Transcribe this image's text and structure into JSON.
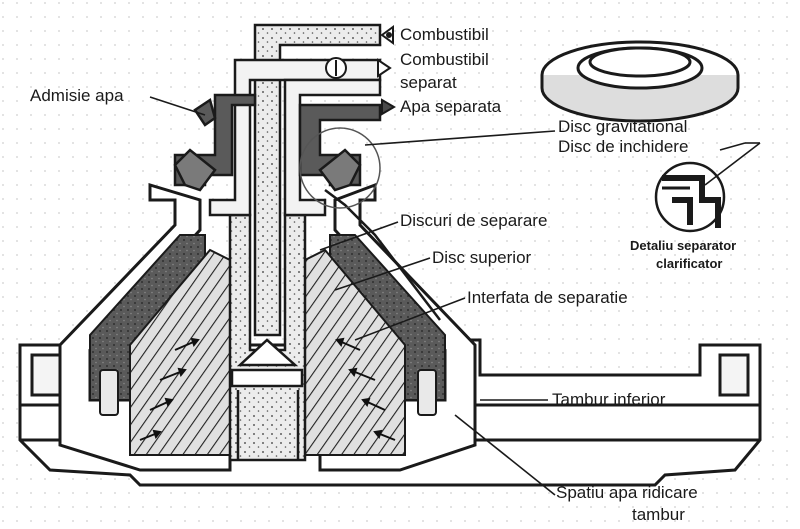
{
  "labels": {
    "combustibil": "Combustibil",
    "combustibil_separat_1": "Combustibil",
    "combustibil_separat_2": "separat",
    "apa_separata": "Apa separata",
    "admisie_apa": "Admisie apa",
    "disc_gravitational": "Disc gravitational",
    "disc_inchidere": "Disc de inchidere",
    "discuri_separare": "Discuri de separare",
    "disc_superior": "Disc superior",
    "interfata_separatie": "Interfata de separatie",
    "tambur_inferior": "Tambur inferior",
    "spatiu_apa_1": "Spatiu apa ridicare",
    "spatiu_apa_2": "tambur",
    "detaliu_1": "Detaliu separator",
    "detaliu_2": "clarificator"
  },
  "colors": {
    "outline": "#1a1a1a",
    "water_zone": "#5a5a5a",
    "fuel_zone": "#e9e9e9",
    "dots_bg": "#d8d8d8"
  },
  "icons": {
    "fuel_inlet": "triangle-in-icon",
    "fuel_outlet": "triangle-out-icon",
    "water_outlet": "triangle-filled-icon",
    "pressure_gauge": "gauge-icon"
  }
}
